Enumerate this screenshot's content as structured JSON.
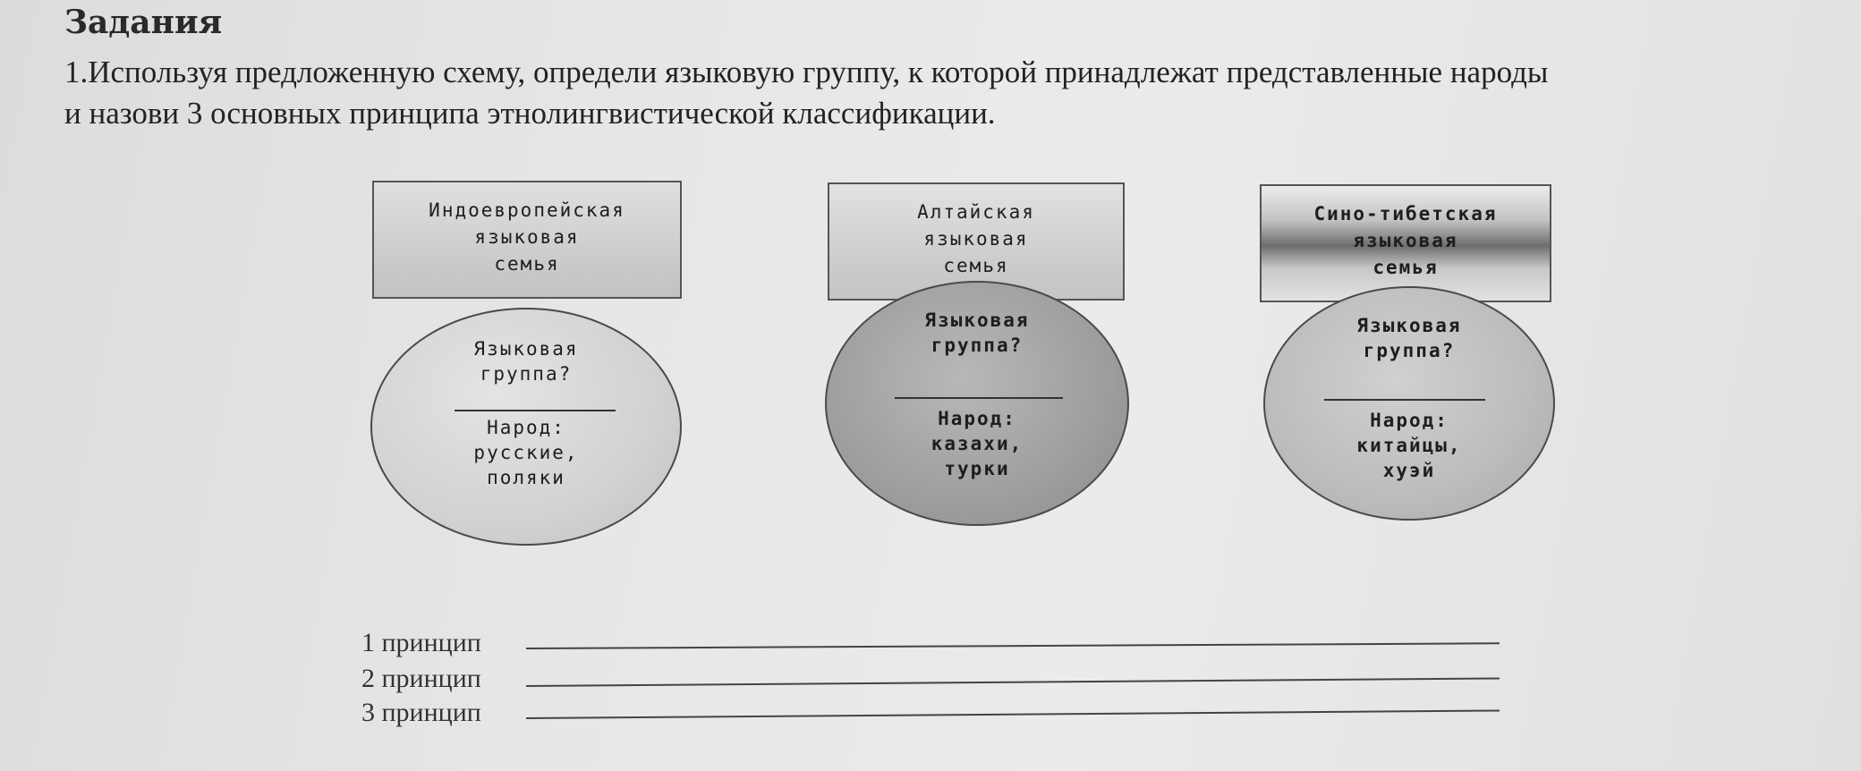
{
  "heading": "Задания",
  "task": {
    "line1": "1.Используя предложенную схему, определи языковую группу, к которой принадлежат представленные народы",
    "line2": "и назови 3 основных принципа этнолингвистической классификации."
  },
  "families": [
    {
      "title_lines": [
        "Индоевропейская",
        "языковая",
        "семья"
      ],
      "group_lines": [
        "Языковая",
        "группа?"
      ],
      "people_lines": [
        "Народ:",
        "русские,",
        "поляки"
      ]
    },
    {
      "title_lines": [
        "Алтайская",
        "языковая",
        "семья"
      ],
      "group_lines": [
        "Языковая",
        "группа?"
      ],
      "people_lines": [
        "Народ:",
        "казахи,",
        "турки"
      ]
    },
    {
      "title_lines": [
        "Сино-тибетская",
        "языковая",
        "семья"
      ],
      "group_lines": [
        "Языковая",
        "группа?"
      ],
      "people_lines": [
        "Народ:",
        "китайцы,",
        "хуэй"
      ]
    }
  ],
  "principles": [
    "1 принцип",
    "2 принцип",
    "3 принцип"
  ]
}
